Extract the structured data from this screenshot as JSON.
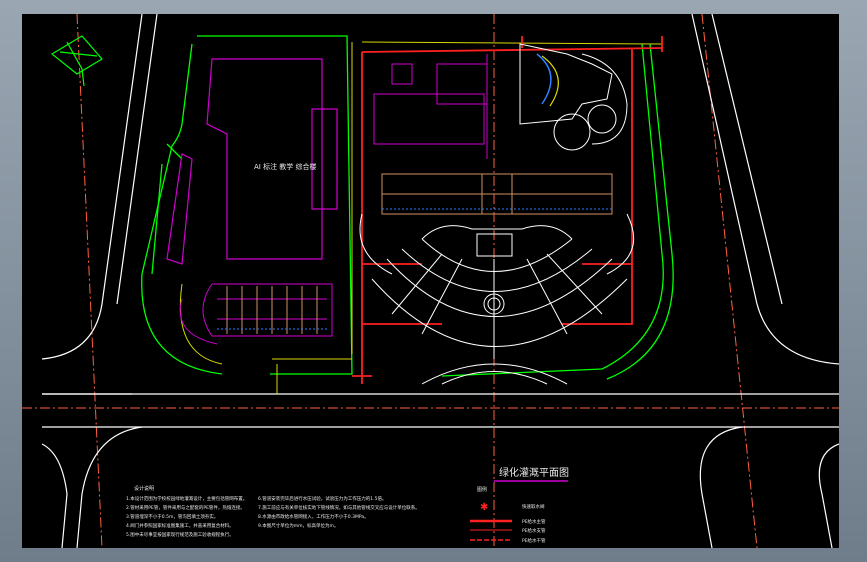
{
  "drawing": {
    "title": "绿化灌溉平面图",
    "building_label": "AI 标注 教学 综合楼",
    "legend_heading": "图例",
    "notes_heading": "设计说明",
    "notes_left": [
      "1.本设计范围为学校校园绿地灌溉设计，主要包括管网布置。",
      "2.管材采用PE管，管件采用与之配套的PE管件，热熔连接。",
      "3.管道埋深不小于0.5m，管沟回填土须夯实。",
      "4.阀门井参照国家标准图集施工，井盖采用复合材料。",
      "5.图中未尽事宜按国家现行规范及施工验收规程执行。"
    ],
    "notes_right": [
      "6.管道安装完毕后进行水压试验，试验压力为工作压力的1.5倍。",
      "7.施工前应与有关单位核实地下管线情况，如与其他管线交叉应与设计单位联系。",
      "8.水源由市政给水管网接入，工作压力不小于0.3MPa。",
      "9.本图尺寸单位为mm，标高单位为m。"
    ],
    "legend": [
      {
        "symbol": "star",
        "label": "快速取水阀"
      },
      {
        "symbol": "thick-line",
        "label": "PE给水主管"
      },
      {
        "symbol": "thin-line",
        "label": "PE给水支管"
      },
      {
        "symbol": "dash-line",
        "label": "PE给水干管"
      }
    ],
    "colors": {
      "background": "#000000",
      "frame": "#8a97a4",
      "road": "#ffffff",
      "grass_edge": "#00ff00",
      "building": "#d000d0",
      "pipe": "#ff2020",
      "axis": "#ff6040",
      "road_line": "#d8d800"
    }
  }
}
